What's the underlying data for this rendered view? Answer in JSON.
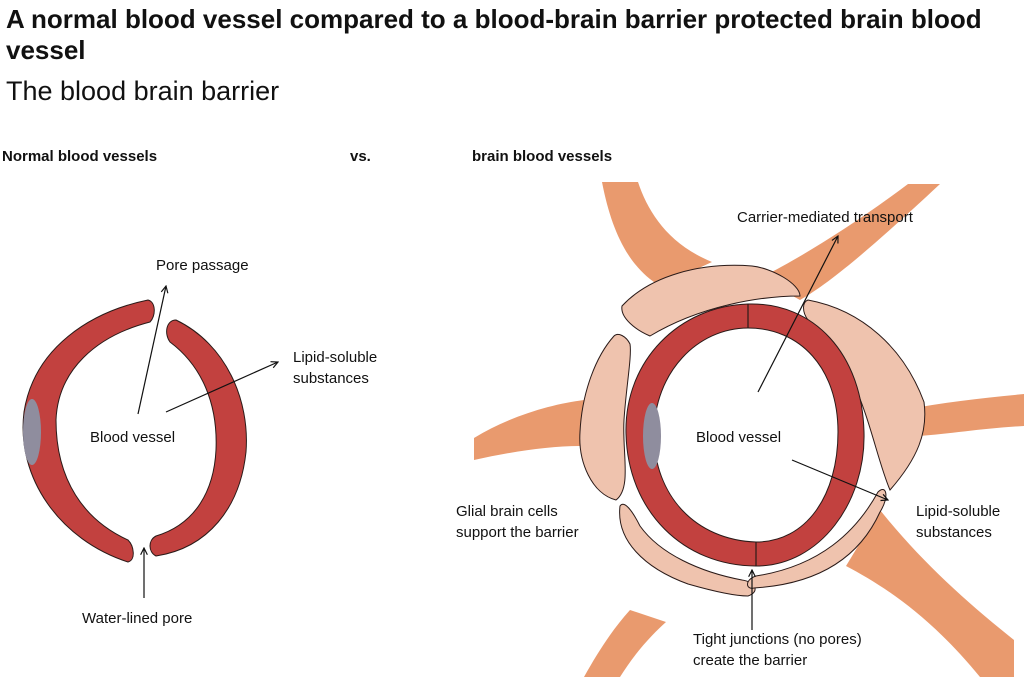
{
  "title": "A normal blood vessel compared to a blood-brain barrier protected brain blood vessel",
  "subtitle": "The blood brain barrier",
  "sections": {
    "normal": "Normal blood vessels",
    "vs": "vs.",
    "brain": "brain blood vessels"
  },
  "normal_labels": {
    "pore_passage": "Pore passage",
    "lipid_1": "Lipid-soluble",
    "lipid_2": "substances",
    "blood_vessel": "Blood vessel",
    "water_pore": "Water-lined pore"
  },
  "brain_labels": {
    "carrier": "Carrier-mediated transport",
    "blood_vessel": "Blood vessel",
    "glial_1": "Glial brain cells",
    "glial_2": "support the barrier",
    "lipid_1": "Lipid-soluble",
    "lipid_2": "substances",
    "tight_1": "Tight junctions (no pores)",
    "tight_2": "create the barrier"
  },
  "colors": {
    "vessel_red": "#c2413f",
    "nucleus_gray": "#8f8d9e",
    "glial_pink": "#efc3ae",
    "astro_orange": "#e99a6e",
    "outline": "#2a1a18"
  }
}
